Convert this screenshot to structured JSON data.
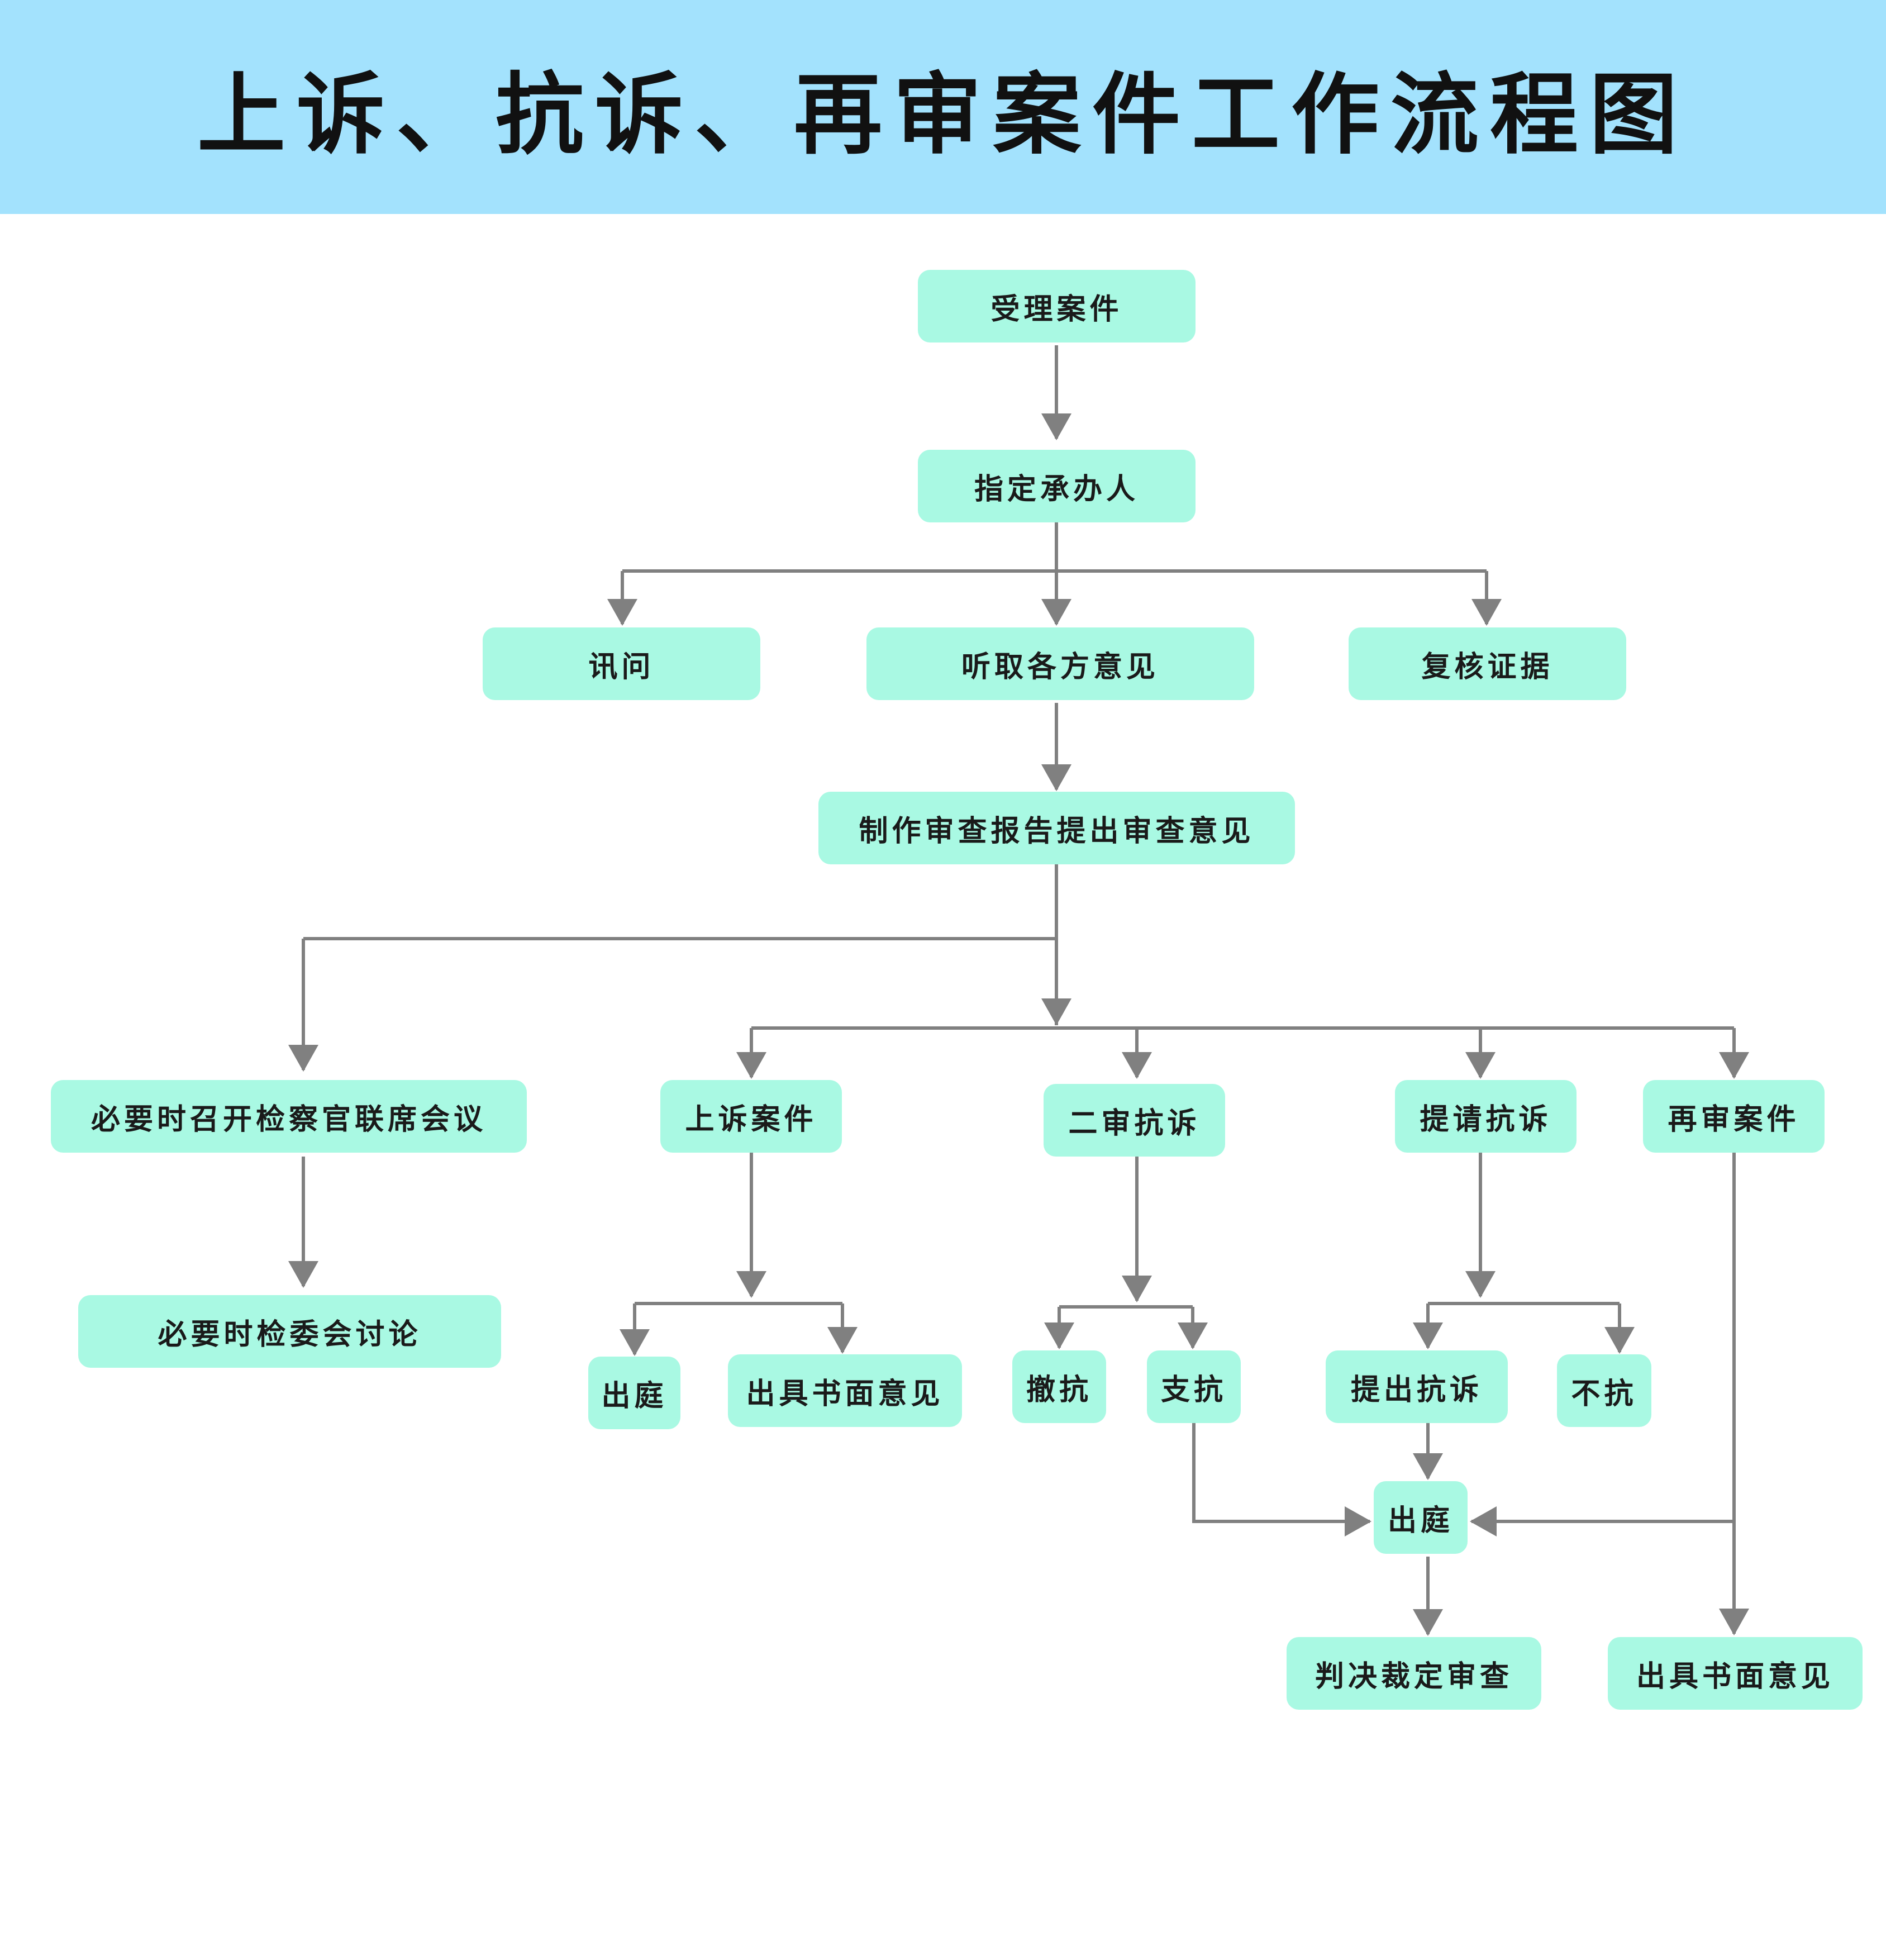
{
  "title": "上诉、抗诉、再审案件工作流程图",
  "colors": {
    "banner": "#a3e2fd",
    "node_fill": "#a9f9e3",
    "connector": "#808080",
    "text": "#1a1a1a"
  },
  "nodes": {
    "accept": "受理案件",
    "assign": "指定承办人",
    "interrogate": "讯问",
    "hear_opinions": "听取各方意见",
    "recheck_evidence": "复核证据",
    "review_report": "制作审查报告提出审查意见",
    "joint_meeting": "必要时召开检察官联席会议",
    "committee_discussion": "必要时检委会讨论",
    "appeal_case": "上诉案件",
    "second_instance_protest": "二审抗诉",
    "request_protest": "提请抗诉",
    "retrial_case": "再审案件",
    "appear_in_court_a": "出庭",
    "written_opinion_a": "出具书面意见",
    "withdraw_protest": "撤抗",
    "support_protest": "支抗",
    "raise_protest": "提出抗诉",
    "no_protest": "不抗",
    "appear_in_court_b": "出庭",
    "judgment_review": "判决裁定审查",
    "written_opinion_b": "出具书面意见"
  }
}
